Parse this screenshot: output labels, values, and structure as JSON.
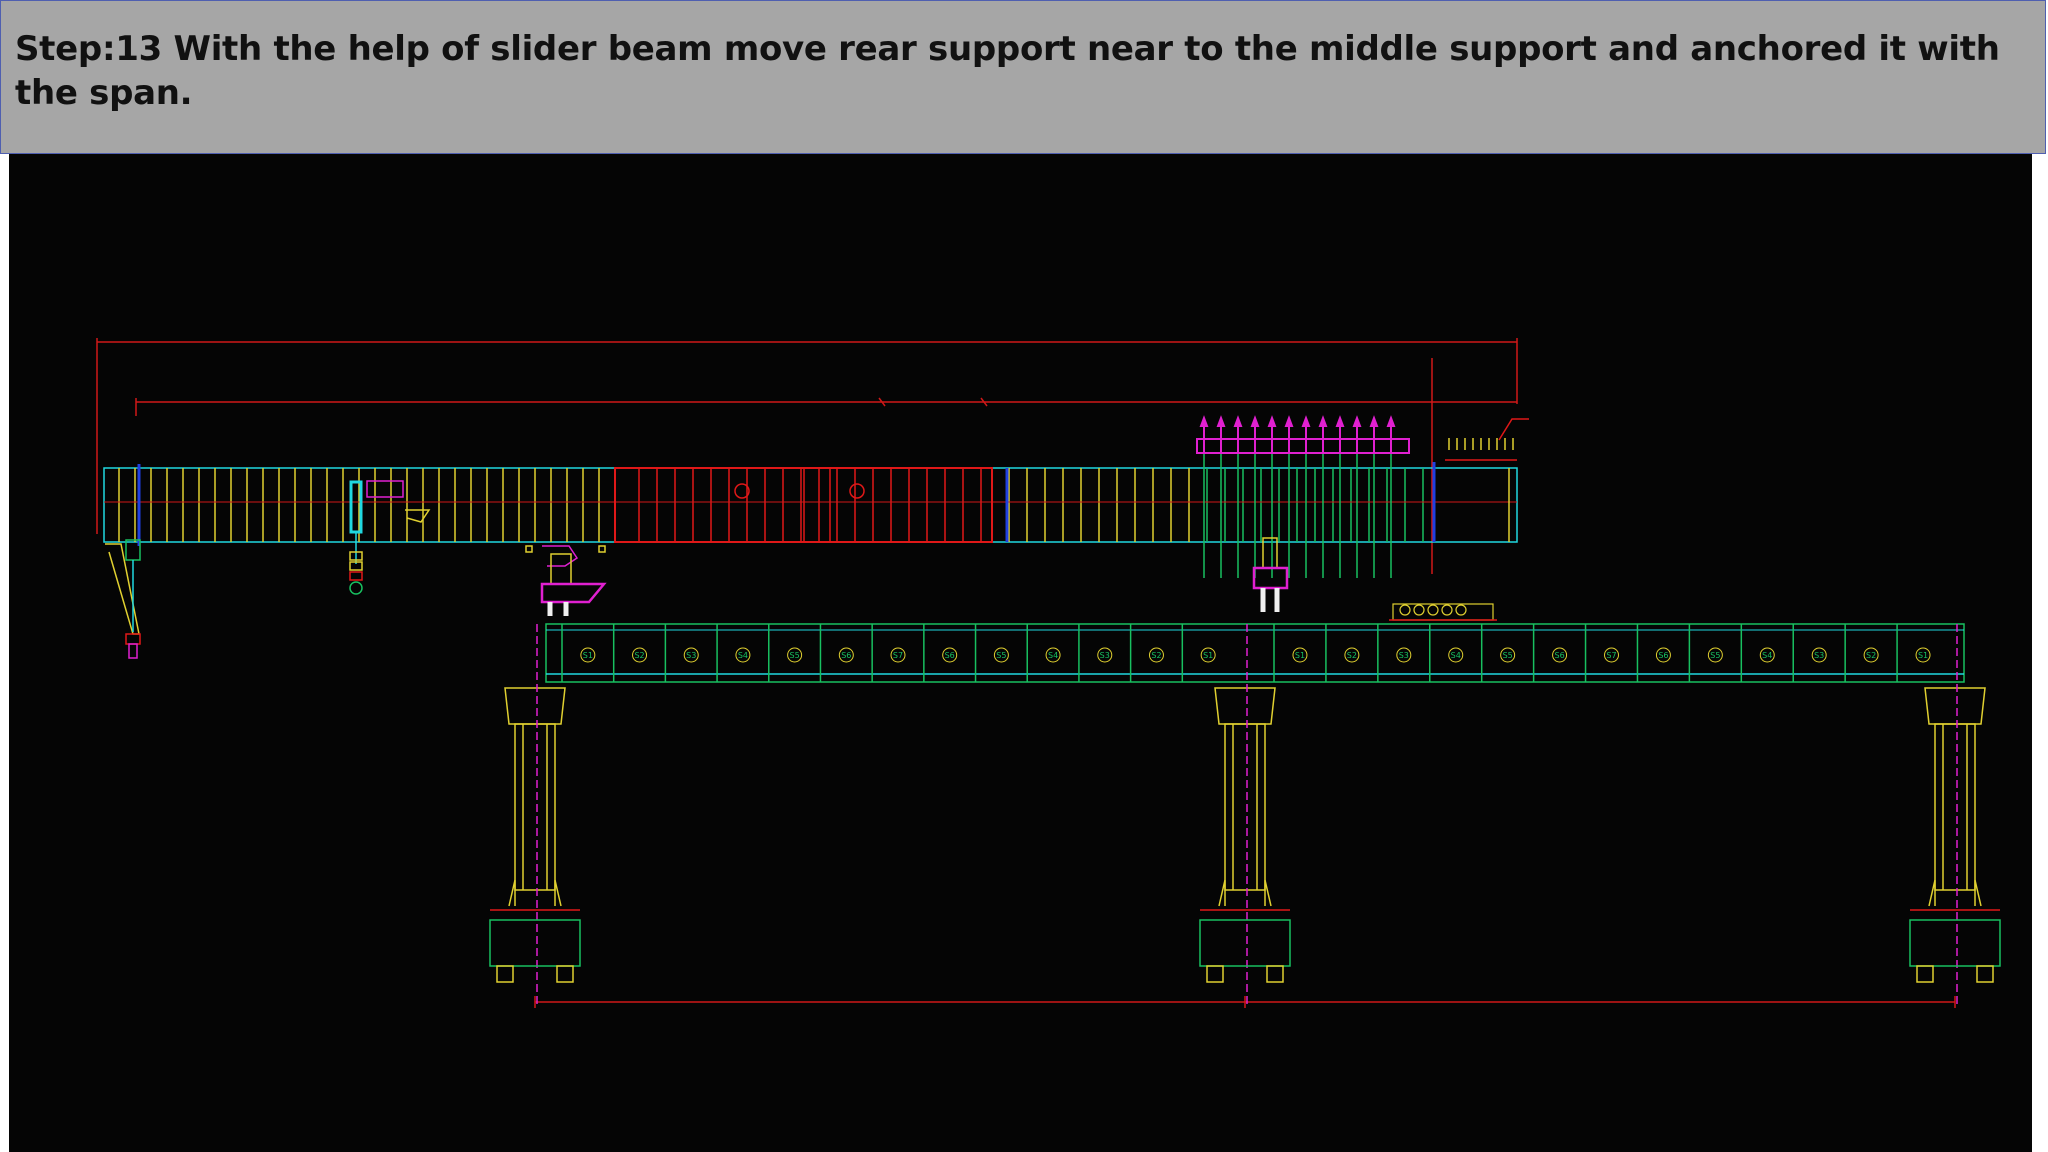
{
  "slide": {
    "step_text": "Step:13 With the help of slider beam move rear support near to the middle support and anchored it with the span."
  },
  "drawing": {
    "segment_labels_span1": [
      "S1",
      "S2",
      "S3",
      "S4",
      "S5",
      "S6",
      "S7",
      "S6",
      "S5",
      "S4",
      "S3",
      "S2",
      "S1"
    ],
    "segment_labels_span2": [
      "S1",
      "S2",
      "S3",
      "S4",
      "S5",
      "S6",
      "S7",
      "S6",
      "S5",
      "S4",
      "S3",
      "S2",
      "S1"
    ],
    "colors": {
      "background": "#050505",
      "banner": "#a6a6a6",
      "dimension": "#d01818",
      "girder": "#18c060",
      "pier": "#d8d020",
      "truss_yellow": "#e0d030",
      "truss_red": "#e01818",
      "magenta": "#e020d0",
      "cyan": "#20d8e0",
      "blue": "#2040e0"
    }
  }
}
